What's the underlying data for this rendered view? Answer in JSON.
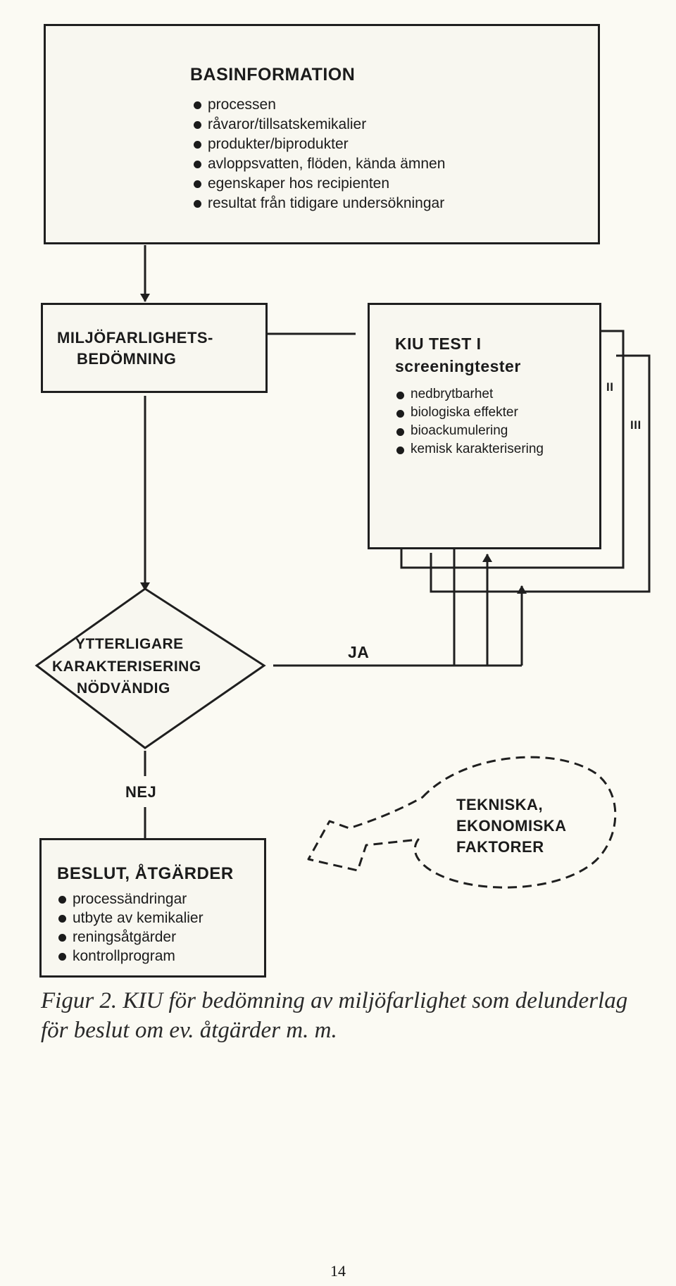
{
  "basinformation": {
    "title": "BASINFORMATION",
    "items": [
      "processen",
      "råvaror/tillsatskemikalier",
      "produkter/biprodukter",
      "avloppsvatten, flöden, kända ämnen",
      "egenskaper hos recipienten",
      "resultat från tidigare undersökningar"
    ]
  },
  "miljofarlighet": {
    "line1": "MILJÖFARLIGHETS-",
    "line2": "BEDÖMNING"
  },
  "kiu_test": {
    "title1": "KIU TEST I",
    "title2": "screeningtester",
    "items": [
      "nedbrytbarhet",
      "biologiska effekter",
      "bioackumulering",
      "kemisk karakterisering"
    ],
    "tier2": "II",
    "tier3": "III"
  },
  "decision": {
    "line1": "YTTERLIGARE",
    "line2": "KARAKTERISERING",
    "line3": "NÖDVÄNDIG"
  },
  "ja_label": "JA",
  "nej_label": "NEJ",
  "beslut": {
    "title": "BESLUT, ÅTGÄRDER",
    "items": [
      "processändringar",
      "utbyte av kemikalier",
      "reningsåtgärder",
      "kontrollprogram"
    ]
  },
  "faktorer": {
    "line1": "TEKNISKA,",
    "line2": "EKONOMISKA",
    "line3": "FAKTORER"
  },
  "caption": {
    "line1": "Figur 2. KIU för bedömning av miljöfarlighet som delunderlag",
    "line2": "för beslut om ev. åtgärder m. m."
  },
  "page_number": "14"
}
